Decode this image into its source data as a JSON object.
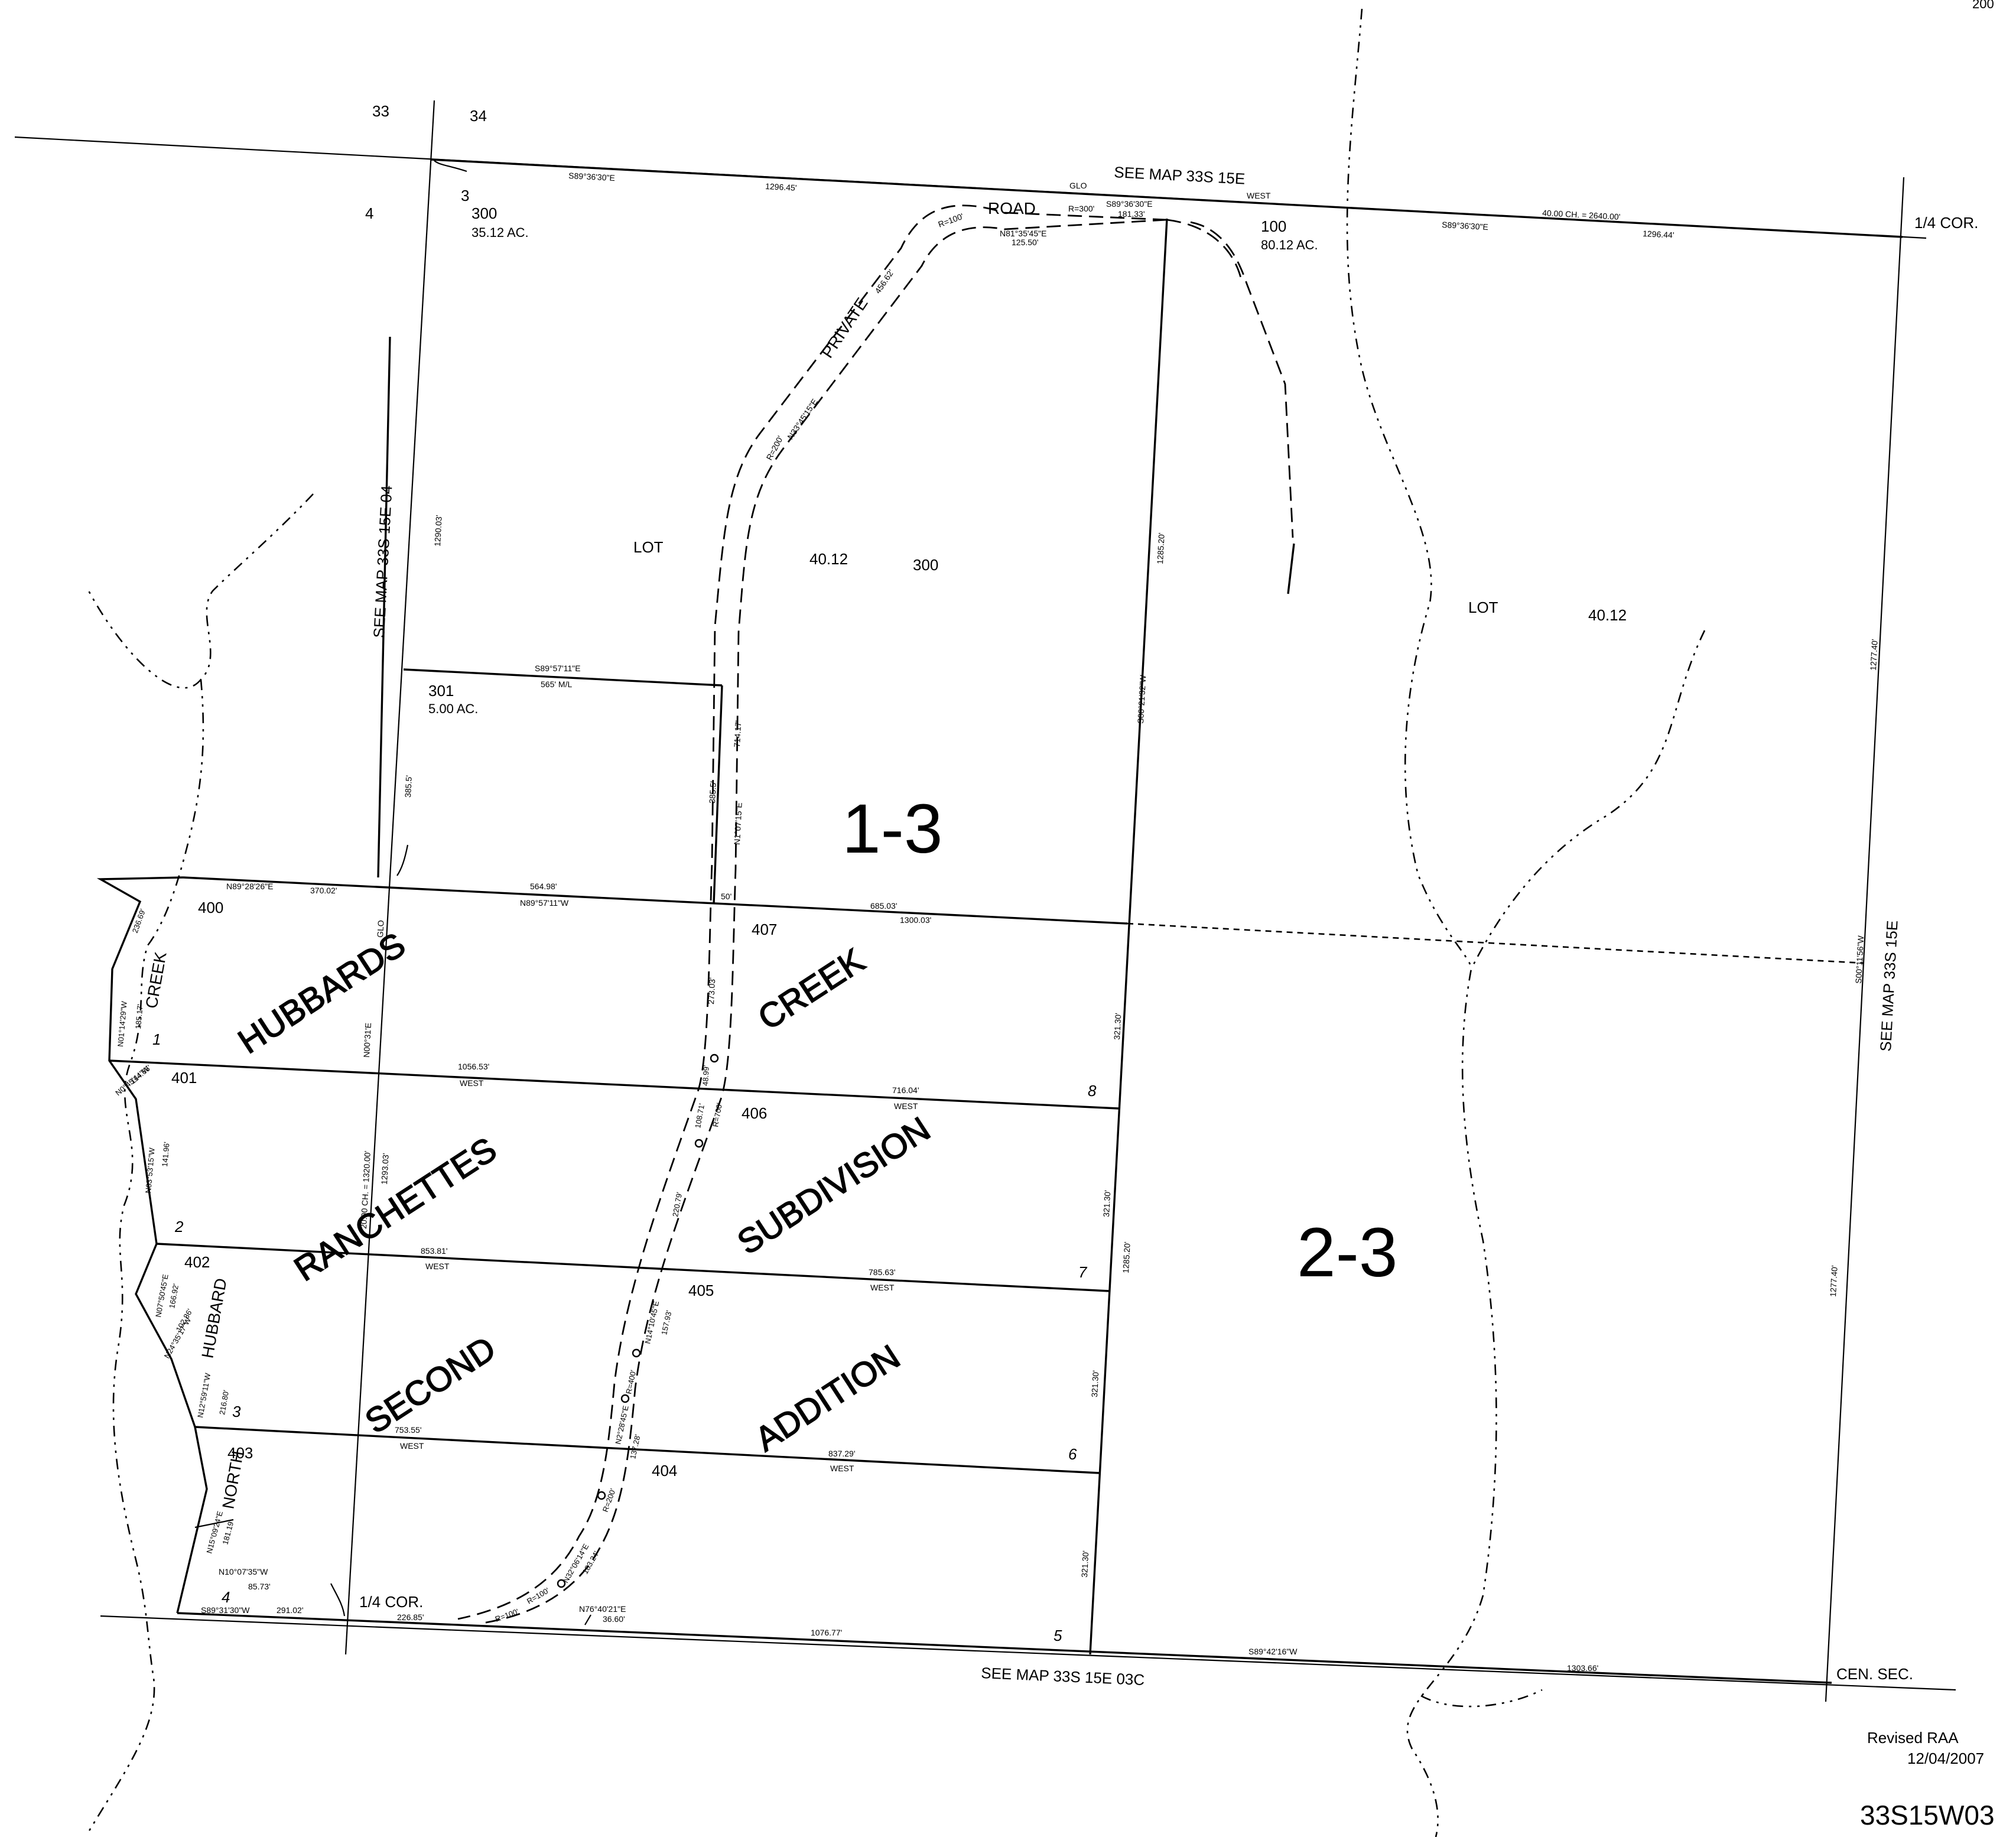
{
  "sheet": {
    "map_number": "33S15W03",
    "revision": "Revised RAA",
    "revision_date": "12/04/2007",
    "corner_id": "200"
  },
  "adjoining": {
    "north": "SEE MAP 33S 15E",
    "west": "SEE MAP 33S 15E 04",
    "east": "SEE MAP 33S 15E",
    "south": "SEE MAP 33S 15E 03C"
  },
  "sections": {
    "nw": "33",
    "ne": "34",
    "sw": "4",
    "se": "3"
  },
  "corners": {
    "quarter": "1/4 COR.",
    "center": "CEN. SEC.",
    "quarter_south": "1/4 COR."
  },
  "lots": {
    "l300_label": "LOT",
    "l300_area": "40.12",
    "l300_num": "300",
    "l100_label": "LOT",
    "l100_area": "40.12",
    "lot3_num": "3"
  },
  "parcels": {
    "p300": "300",
    "p300_ac": "35.12 AC.",
    "p100": "100",
    "p100_ac": "80.12 AC.",
    "p301": "301",
    "p301_ac": "5.00 AC.",
    "p400": "400",
    "p401": "401",
    "p402": "402",
    "p403": "403",
    "p404": "404",
    "p405": "405",
    "p406": "406",
    "p407": "407"
  },
  "blocks": {
    "b13": "1-3",
    "b23": "2-3"
  },
  "lot_numbers": {
    "n1": "1",
    "n2": "2",
    "n3": "3",
    "n4": "4",
    "n5": "5",
    "n6": "6",
    "n7": "7",
    "n8": "8"
  },
  "subdivision_words": [
    "HUBBARDS",
    "CREEK",
    "RANCHETTES",
    "SUBDIVISION",
    "SECOND",
    "ADDITION"
  ],
  "streets": {
    "private": "PRIVATE",
    "road": "ROAD",
    "north": "NORTH",
    "hubbard": "HUBBARD",
    "creek": "CREEK"
  },
  "dims": {
    "d1": "S89°36'30\"E",
    "d2": "1296.45'",
    "d3": "GLO",
    "d4": "S89°36'30\"E",
    "d5": "181.33'",
    "d6": "WEST",
    "d7": "40.00 CH. = 2640.00'",
    "d8": "S89°36'30\"E",
    "d9": "1296.44'",
    "d10": "R=100'",
    "d11": "N81°35'45\"E",
    "d12": "125.50'",
    "d13": "R=300'",
    "d14": "N33°45'15\"E",
    "d15": "456.62'",
    "d16": "R=200'",
    "d17": "1290.03'",
    "d18": "1285.20'",
    "d19": "S00°21'32\"W",
    "d20": "S89°57'11\"E",
    "d21": "565' M/L",
    "d22": "385.5'",
    "d23": "385.5'",
    "d24": "714.17'",
    "d25": "N1°07'15\"E",
    "d26": "N89°28'26\"E",
    "d27": "370.02'",
    "d28": "564.98'",
    "d29": "N89°57'11\"W",
    "d30": "685.03'",
    "d31": "1300.03'",
    "d32": "50'",
    "d33": "236.69'",
    "d34": "GLO",
    "d35": "N00°31'E",
    "d36": "273.03'",
    "d37": "48.99'",
    "d38": "R=700'",
    "d39": "108.71'",
    "d40": "321.30'",
    "d41": "1056.53'",
    "d42": "WEST",
    "d43": "716.04'",
    "d44": "WEST",
    "d45": "N01°14'29\"W",
    "d46": "185.17'",
    "d47": "N0°45'44\"W",
    "d48": "114.66'",
    "d49": "N03°53'15\"W",
    "d50": "141.96'",
    "d51": "20.00 CH. = 1320.00'",
    "d52": "1293.03'",
    "d53": "220.79'",
    "d54": "321.30'",
    "d55": "1285.20'",
    "d56": "853.81'",
    "d57": "WEST",
    "d58": "785.63'",
    "d59": "WEST",
    "d60": "N07°50'45\"E",
    "d61": "166.92'",
    "d62": "N24°35'17\"W",
    "d63": "102.86'",
    "d64": "N14°10'45\"E",
    "d65": "157.93'",
    "d66": "R=400'",
    "d67": "321.30'",
    "d68": "N12°59'11\"W",
    "d69": "216.80'",
    "d70": "753.55'",
    "d71": "WEST",
    "d72": "837.29'",
    "d73": "WEST",
    "d74": "N2°28'45\"E",
    "d75": "137.28'",
    "d76": "R=200'",
    "d77": "N32°06'14\"E",
    "d78": "183.24'",
    "d79": "321.30'",
    "d80": "N15°09'24\"E",
    "d81": "181.19'",
    "d82": "N10°07'35\"W",
    "d83": "85.73'",
    "d84": "S89°31'30\"W",
    "d85": "291.02'",
    "d86": "226.85'",
    "d87": "R=100'",
    "d88": "R=100'",
    "d89": "N76°40'21\"E",
    "d90": "36.60'",
    "d91": "1076.77'",
    "d92": "S89°42'16\"W",
    "d93": "1303.66'",
    "d94": "1277.40'",
    "d95": "S00°11'56\"W",
    "d96": "1277.40'"
  }
}
